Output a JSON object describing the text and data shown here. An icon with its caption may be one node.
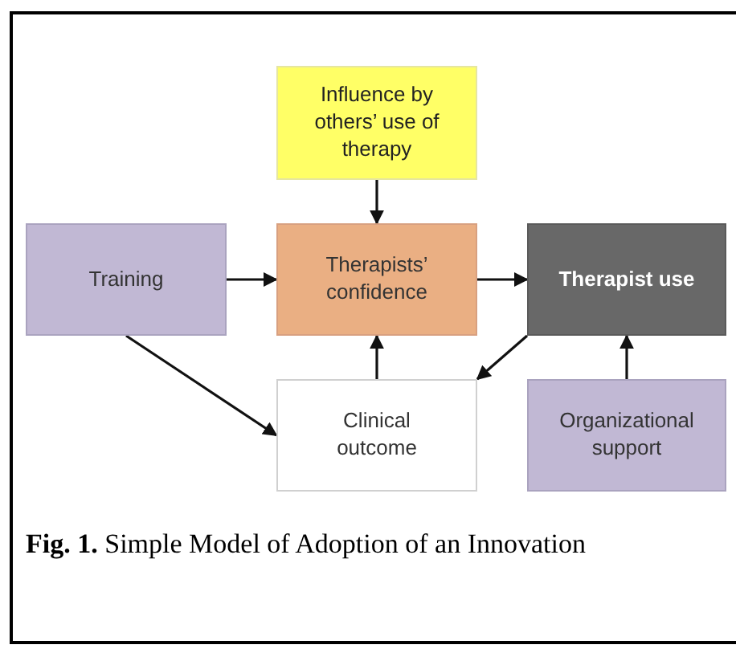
{
  "diagram": {
    "caption": "**Fig. 1.** Simple Model of Adoption of an Innovation",
    "nodes": [
      {
        "text": [
          "Influence by others’ use of therapy"
        ]
      },
      {
        "text": [
          "Training"
        ]
      },
      {
        "text": [
          "Therapists’ confidence"
        ]
      },
      {
        "text": [
          "Therapist use"
        ]
      },
      {
        "text": [
          "Clinical outcome"
        ]
      },
      {
        "text": [
          "Organizational support"
        ]
      }
    ],
    "edges": [
      {
        "from": 0,
        "to": 2,
        "arrow": "to"
      },
      {
        "from": 1,
        "to": 2,
        "arrow": "to"
      },
      {
        "from": 2,
        "to": 3,
        "arrow": "to"
      },
      {
        "from": 1,
        "to": 4,
        "arrow": "to"
      },
      {
        "from": 4,
        "to": 2,
        "arrow": "to"
      },
      {
        "from": 3,
        "to": 4,
        "arrow": "to"
      },
      {
        "from": 5,
        "to": 3,
        "arrow": "to"
      }
    ]
  }
}
